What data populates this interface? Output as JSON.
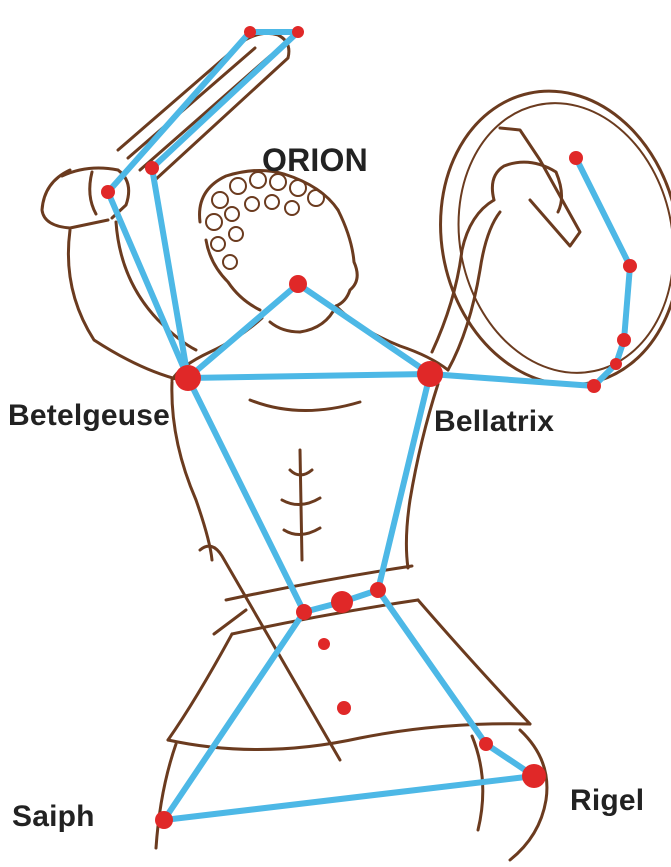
{
  "title": "ORION",
  "colors": {
    "line": "#4db8e6",
    "star": "#e02828",
    "sketch": "#6b3b1f",
    "background": "#ffffff"
  },
  "stars": {
    "betelgeuse": "Betelgeuse",
    "bellatrix": "Bellatrix",
    "saiph": "Saiph",
    "rigel": "Rigel"
  }
}
